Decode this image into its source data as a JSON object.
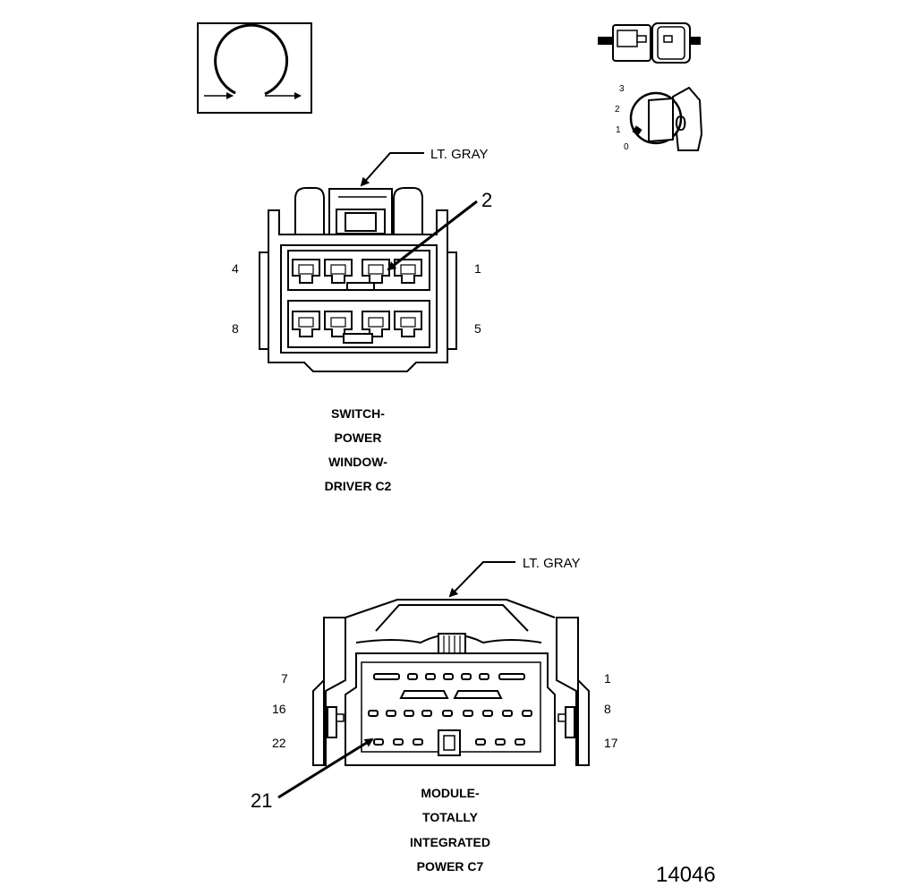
{
  "connector_c2": {
    "color_label": "LT. GRAY",
    "callout": "2",
    "pins": {
      "top_left": "4",
      "top_right": "1",
      "bottom_left": "8",
      "bottom_right": "5"
    },
    "caption": [
      "SWITCH-",
      "POWER",
      "WINDOW-",
      "DRIVER C2"
    ]
  },
  "connector_c7": {
    "color_label": "LT. GRAY",
    "callout": "21",
    "pins": {
      "row1_left": "7",
      "row1_right": "1",
      "row2_left": "16",
      "row2_right": "8",
      "row3_left": "22",
      "row3_right": "17"
    },
    "caption": [
      "MODULE-",
      "TOTALLY",
      "INTEGRATED",
      "POWER C7"
    ]
  },
  "key_dial": {
    "positions": [
      "3",
      "2",
      "1",
      "0"
    ],
    "glyph": "0"
  },
  "figure_number": "14046",
  "icons": [
    "terminal-view-icon",
    "connector-mating-icon",
    "ignition-key-icon"
  ]
}
